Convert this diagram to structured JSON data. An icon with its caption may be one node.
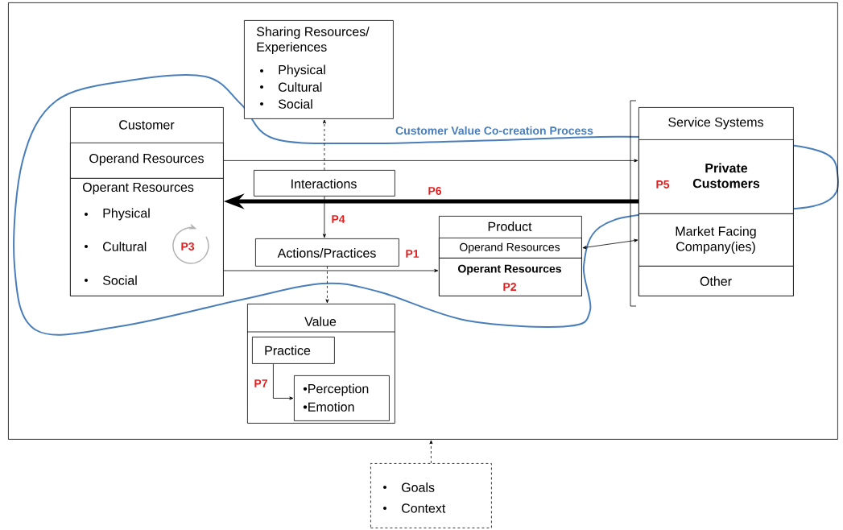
{
  "diagram": {
    "nodes": [
      {
        "text": [],
        "shape": "box"
      },
      {
        "text": [
          "Sharing Resources/ Experiences",
          "Physical",
          "Cultural",
          "Social"
        ],
        "in": 0
      },
      {
        "text": [
          "Customer"
        ],
        "in": 0
      },
      {
        "text": [
          "Operand Resources"
        ],
        "in": 2
      },
      {
        "text": [
          "Operant Resources",
          "Physical",
          "Cultural",
          "Social"
        ],
        "in": 2
      },
      {
        "text": [
          "Interactions"
        ],
        "in": 0
      },
      {
        "text": [
          "Actions/Practices"
        ],
        "in": 0
      },
      {
        "text": [
          "Product"
        ],
        "in": 0
      },
      {
        "text": [
          "Operand Resources"
        ],
        "in": 7
      },
      {
        "text": [
          "Operant Resources"
        ],
        "in": 7
      },
      {
        "text": [
          "Service Systems"
        ],
        "in": 0
      },
      {
        "text": [
          "Private Customers"
        ],
        "in": 10
      },
      {
        "text": [
          "Market Facing Company(ies)"
        ],
        "in": 10
      },
      {
        "text": [
          "Other"
        ],
        "in": 10
      },
      {
        "text": [
          "Value"
        ],
        "in": 0
      },
      {
        "text": [
          "Practice"
        ],
        "in": 14
      },
      {
        "text": [
          "•Perception",
          "•Emotion"
        ],
        "in": 14
      },
      {
        "text": [
          "Goals",
          "Context"
        ]
      }
    ],
    "edges": [
      {
        "from": 3,
        "to": 11,
        "arrow": "to"
      },
      {
        "from": 11,
        "to": 4,
        "arrow": "to",
        "label": "P6",
        "style": "thick"
      },
      {
        "from": 5,
        "to": 1,
        "arrow": "to",
        "style": "dashed"
      },
      {
        "from": 5,
        "to": 6,
        "arrow": "to",
        "label": "P4"
      },
      {
        "from": 6,
        "to": 14,
        "arrow": "to",
        "style": "dashed"
      },
      {
        "from": 4,
        "to": 9,
        "arrow": "to",
        "label": "P1"
      },
      {
        "from": 8,
        "to": 12,
        "arrow": "both"
      },
      {
        "from": 15,
        "to": 16,
        "arrow": "to",
        "label": "P7"
      },
      {
        "from": 17,
        "to": 0,
        "arrow": "to",
        "style": "dashed"
      }
    ],
    "labels": [
      "Customer Value Co-creation Process",
      "P3",
      "P5",
      "P2"
    ]
  }
}
